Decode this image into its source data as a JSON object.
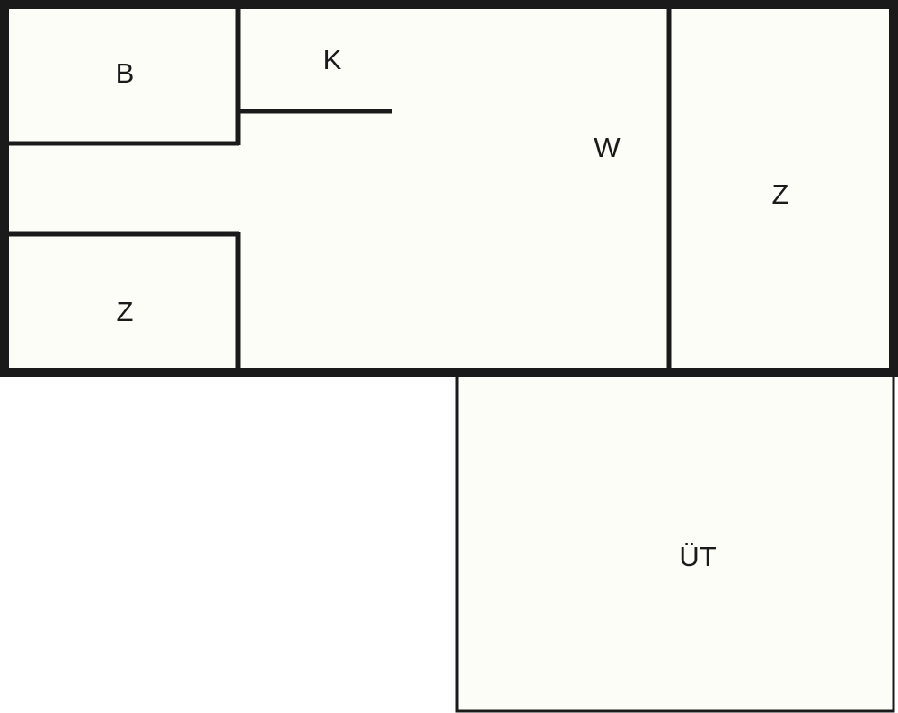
{
  "colors": {
    "room_fill": "#fdfdf8",
    "wall": "#1a1a1a",
    "background": "#ffffff"
  },
  "rooms": {
    "b": {
      "label": "B"
    },
    "k": {
      "label": "K"
    },
    "w": {
      "label": "W"
    },
    "z_left": {
      "label": "Z"
    },
    "z_right": {
      "label": "Z"
    },
    "ut": {
      "label": "ÜT"
    }
  }
}
